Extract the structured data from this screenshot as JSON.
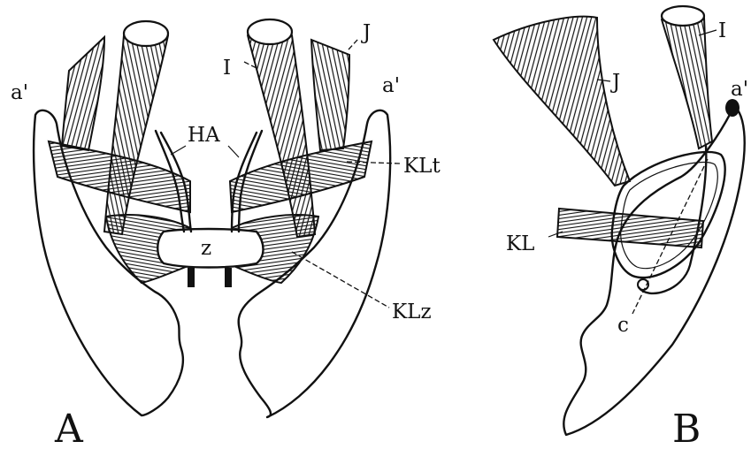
{
  "figure": {
    "panels": [
      {
        "id": "A",
        "panel_label": "A",
        "labels": {
          "a_left": "a'",
          "a_right": "a'",
          "i": "I",
          "j": "J",
          "ha": "HA",
          "klt": "KLt",
          "z": "z",
          "klz": "KLz"
        }
      },
      {
        "id": "B",
        "panel_label": "B",
        "labels": {
          "i": "I",
          "j": "J",
          "a": "a'",
          "kl": "KL",
          "c": "c"
        }
      }
    ]
  }
}
